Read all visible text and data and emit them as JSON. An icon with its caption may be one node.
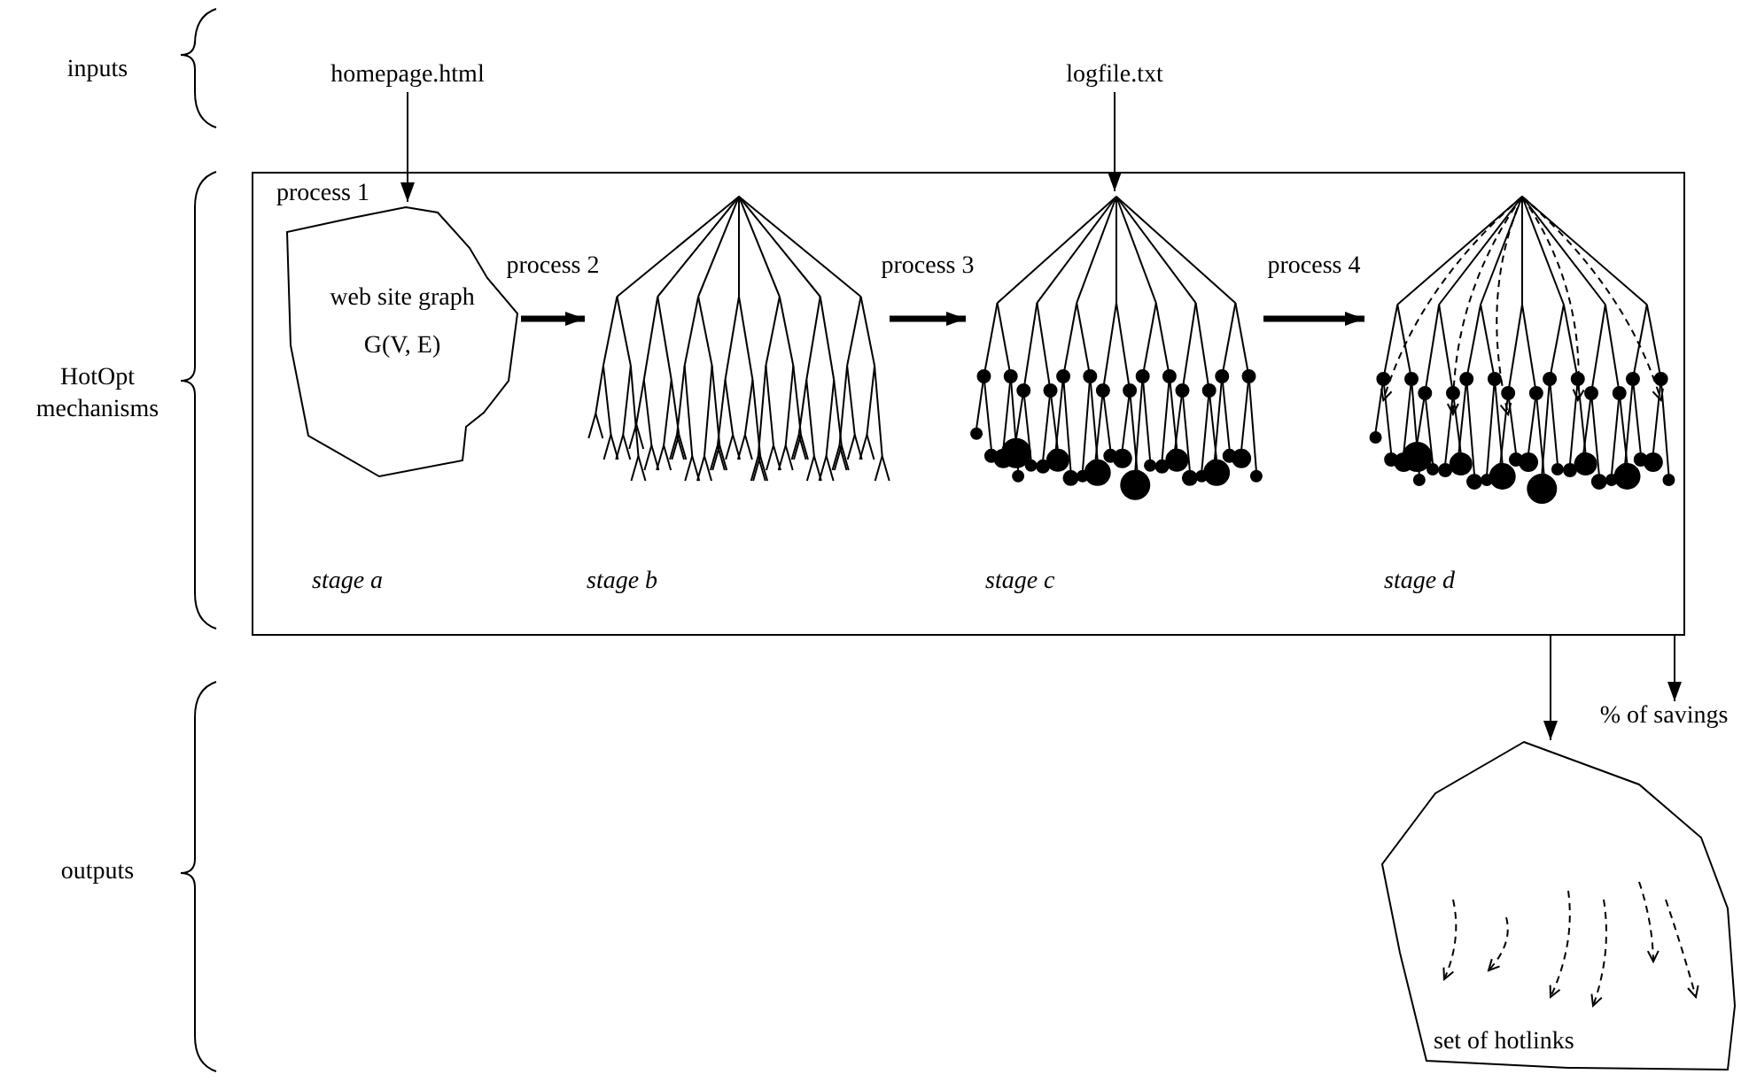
{
  "diagram": {
    "nodes": [
      {
        "text": [
          "homepage.html"
        ]
      },
      {
        "text": [
          "logfile.txt"
        ]
      },
      {
        "text": [],
        "shape": "box"
      },
      {
        "text": [
          "web site graph",
          "G(V, E)"
        ],
        "in": 2,
        "beside": [
          "process 1",
          "stage a"
        ]
      },
      {
        "text": [],
        "shape": "picture",
        "in": 2,
        "beside": [
          "stage b"
        ]
      },
      {
        "text": [],
        "shape": "picture",
        "in": 2,
        "beside": [
          "stage c"
        ]
      },
      {
        "text": [],
        "shape": "picture",
        "in": 2,
        "beside": [
          "stage d"
        ]
      },
      {
        "text": [
          "set of hotlinks"
        ]
      },
      {
        "text": [
          "% of savings"
        ]
      }
    ],
    "edges": [
      {
        "from": 0,
        "to": 3,
        "arrow": "to"
      },
      {
        "from": 3,
        "to": 4,
        "arrow": "to",
        "label": "process 2",
        "style": "thick"
      },
      {
        "from": 4,
        "to": 5,
        "arrow": "to",
        "label": "process 3",
        "style": "thick"
      },
      {
        "from": 1,
        "to": 5,
        "arrow": "to"
      },
      {
        "from": 5,
        "to": 6,
        "arrow": "to",
        "label": "process 4",
        "style": "thick"
      },
      {
        "from": 2,
        "to": 7,
        "arrow": "to"
      },
      {
        "from": 2,
        "to": 8,
        "arrow": "to"
      }
    ],
    "labels": [
      "inputs",
      "HotOpt mechanisms",
      "outputs"
    ]
  }
}
